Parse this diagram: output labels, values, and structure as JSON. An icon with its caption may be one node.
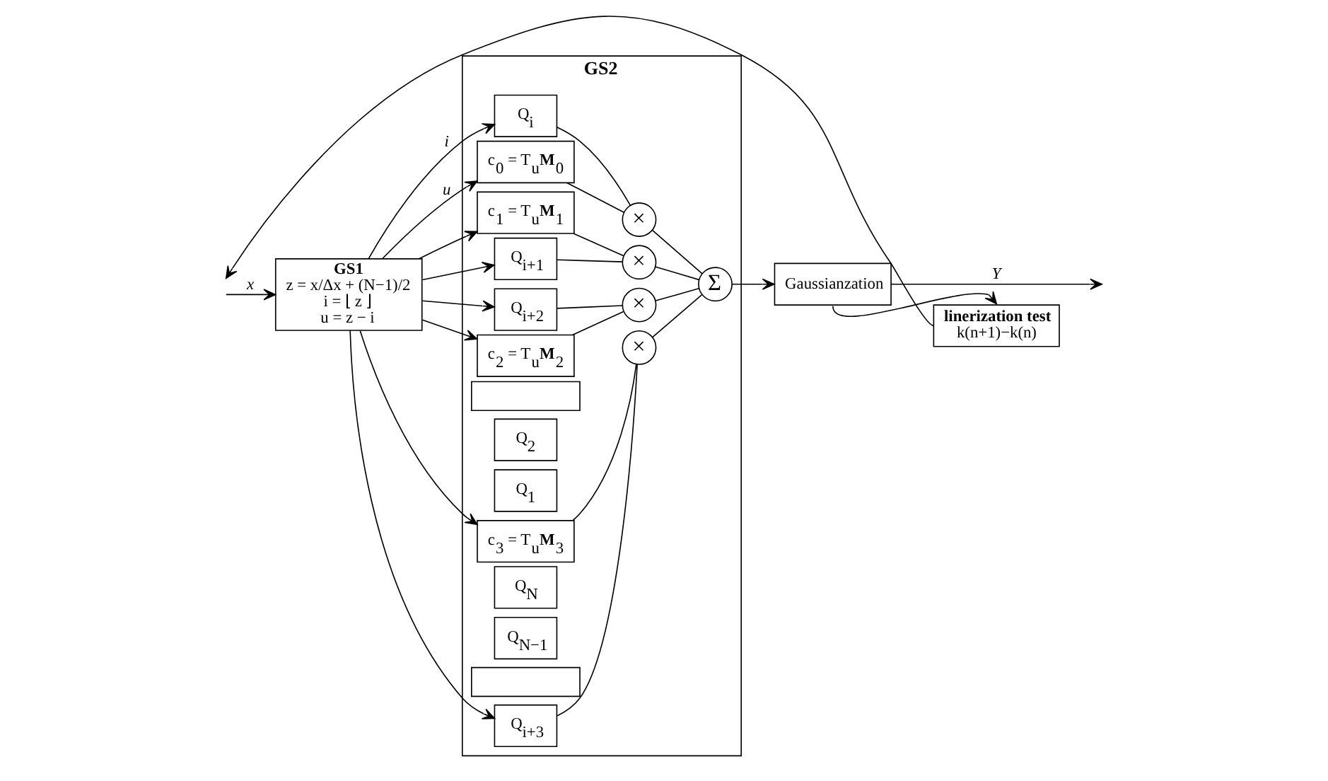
{
  "diagram": {
    "nodes": [
      {
        "text": [
          "GS1",
          "z = x/Δx + (N−1)/2",
          "i = ⌊ z ⌋",
          "u = z − i"
        ]
      },
      {
        "text": [
          "GS2"
        ]
      },
      {
        "text": [
          "c$_{0}$ = T$_{u}$**M**$_{0}$"
        ],
        "in": 1
      },
      {
        "text": [
          "c$_{1}$ = T$_{u}$**M**$_{1}$"
        ],
        "in": 1
      },
      {
        "text": [
          "c$_{2}$ = T$_{u}$**M**$_{2}$"
        ],
        "in": 1
      },
      {
        "text": [
          "c$_{3}$ = T$_{u}$**M**$_{3}$"
        ],
        "in": 1
      },
      {
        "text": [
          "Q$_{1}$"
        ],
        "in": 1
      },
      {
        "text": [
          "Q$_{2}$"
        ],
        "in": 1
      },
      {
        "text": [],
        "shape": "box",
        "in": 1
      },
      {
        "text": [
          "Q$_{i}$"
        ],
        "in": 1
      },
      {
        "text": [
          "Q$_{i+1}$"
        ],
        "in": 1
      },
      {
        "text": [
          "Q$_{i+2}$"
        ],
        "in": 1
      },
      {
        "text": [
          "Q$_{i+3}$"
        ],
        "in": 1
      },
      {
        "text": [],
        "shape": "box",
        "in": 1
      },
      {
        "text": [
          "Q$_{N−1}$"
        ],
        "in": 1
      },
      {
        "text": [
          "Q$_{N}$"
        ],
        "in": 1
      },
      {
        "text": [
          "×"
        ],
        "in": 1
      },
      {
        "text": [
          "×"
        ],
        "in": 1
      },
      {
        "text": [
          "×"
        ],
        "in": 1
      },
      {
        "text": [
          "×"
        ],
        "in": 1
      },
      {
        "text": [
          "Σ"
        ],
        "in": 1
      },
      {
        "text": [
          "Gaussianzation"
        ]
      },
      {
        "text": [
          "linerization test",
          "k(n+1)−k(n)"
        ]
      }
    ],
    "edges": [
      {
        "from": null,
        "to": 0,
        "arrow": "to",
        "label": "x"
      },
      {
        "from": 0,
        "to": 2,
        "arrow": "to",
        "label": "u"
      },
      {
        "from": 0,
        "to": 3,
        "arrow": "to"
      },
      {
        "from": 0,
        "to": 4,
        "arrow": "to"
      },
      {
        "from": 0,
        "to": 5,
        "arrow": "to"
      },
      {
        "from": 0,
        "to": 9,
        "arrow": "to",
        "label": "i"
      },
      {
        "from": 0,
        "to": 10,
        "arrow": "to"
      },
      {
        "from": 0,
        "to": 11,
        "arrow": "to"
      },
      {
        "from": 0,
        "to": 12,
        "arrow": "to"
      },
      {
        "from": 2,
        "to": 16,
        "arrow": "none"
      },
      {
        "from": 3,
        "to": 17,
        "arrow": "none"
      },
      {
        "from": 4,
        "to": 18,
        "arrow": "none"
      },
      {
        "from": 5,
        "to": 19,
        "arrow": "none"
      },
      {
        "from": 9,
        "to": 16,
        "arrow": "none"
      },
      {
        "from": 10,
        "to": 17,
        "arrow": "none"
      },
      {
        "from": 11,
        "to": 18,
        "arrow": "none"
      },
      {
        "from": 12,
        "to": 19,
        "arrow": "none"
      },
      {
        "from": 16,
        "to": 20,
        "arrow": "none"
      },
      {
        "from": 17,
        "to": 20,
        "arrow": "none"
      },
      {
        "from": 18,
        "to": 20,
        "arrow": "none"
      },
      {
        "from": 19,
        "to": 20,
        "arrow": "none"
      },
      {
        "from": 20,
        "to": 21,
        "arrow": "to"
      },
      {
        "from": 21,
        "to": null,
        "arrow": "to",
        "label": "Y"
      },
      {
        "from": 21,
        "to": 22,
        "arrow": "to"
      },
      {
        "from": 22,
        "to": null,
        "arrow": "to"
      }
    ]
  }
}
